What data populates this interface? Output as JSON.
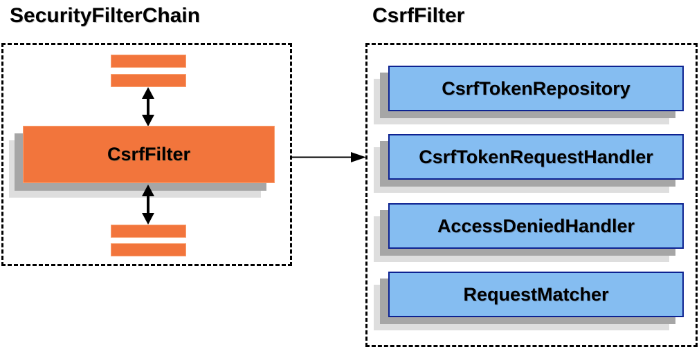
{
  "diagram": {
    "left_panel": {
      "title": "SecurityFilterChain",
      "filter_box_label": "CsrfFilter"
    },
    "right_panel": {
      "title": "CsrfFilter",
      "components": [
        {
          "label": "CsrfTokenRepository"
        },
        {
          "label": "CsrfTokenRequestHandler"
        },
        {
          "label": "AccessDeniedHandler"
        },
        {
          "label": "RequestMatcher"
        }
      ]
    },
    "icons": {
      "vertical_arrows": "double-headed-arrow-icon",
      "connector": "right-arrow-icon"
    },
    "colors": {
      "orange_fill": "#F2753C",
      "orange_border": "#F9A171",
      "blue_fill": "#85BDF1",
      "blue_border": "#0D2291",
      "shadow_dark": "#A6A6A6",
      "shadow_light": "#DEDEDE",
      "line": "#000000"
    }
  }
}
